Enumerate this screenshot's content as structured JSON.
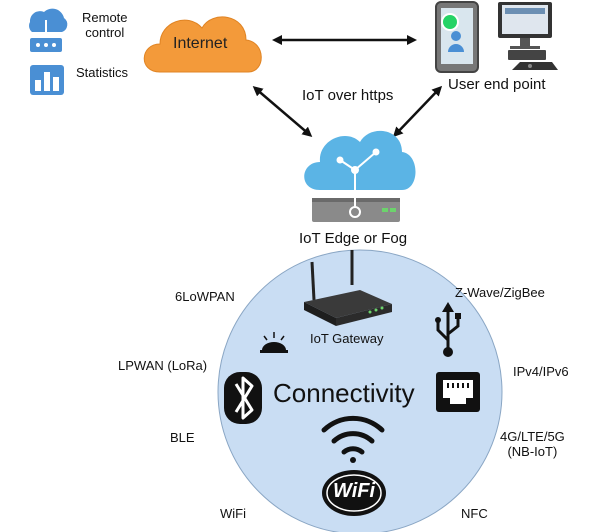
{
  "diagram": {
    "legend": {
      "remote_control": [
        "Remote",
        "control"
      ],
      "statistics": "Statistics"
    },
    "cloud_label": "Internet",
    "user_end_point": "User end point",
    "protocol_label": "IoT over https",
    "edge_label": "IoT Edge or Fog",
    "gateway_label": "IoT Gateway",
    "connectivity_title": "Connectivity",
    "protocols": {
      "lowpan": "6LoWPAN",
      "zwave": "Z-Wave/ZigBee",
      "lpwan": "LPWAN (LoRa)",
      "ipv": "IPv4/IPv6",
      "ble": "BLE",
      "cellular": [
        "4G/LTE/5G",
        "(NB-IoT)"
      ],
      "wifi": "WiFi",
      "nfc": "NFC",
      "wifi_badge": "WiFi"
    },
    "colors": {
      "internet_cloud": "#f39a3a",
      "edge_cloud": "#5bb4e5",
      "connectivity_circle": "#c9ddf3",
      "icon_blue": "#4a8fd4"
    }
  }
}
